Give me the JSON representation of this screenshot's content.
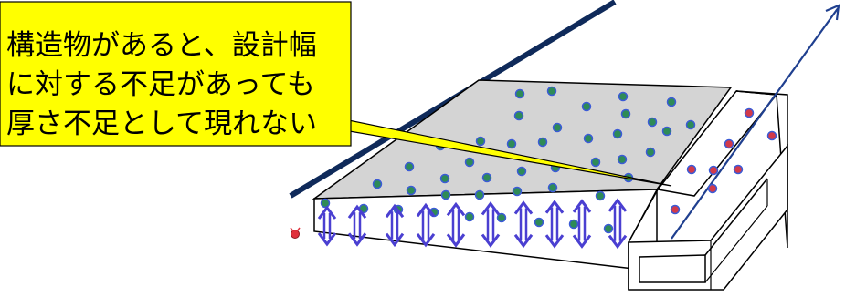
{
  "callout": {
    "lines": [
      "構造物があると、設計幅",
      "に対する不足があっても",
      "厚さ不足として現れない"
    ]
  },
  "colors": {
    "callout_fill": "#ffff00",
    "callout_stroke": "#000000",
    "slab_top": "#d4d4d4",
    "slab_side": "#ffffff",
    "line_stroke": "#000000",
    "arrow_navy": "#0f2a5a",
    "arrow_blue": "#1f3f8f",
    "thickness_arrow": "#4a3fd1",
    "dot_green": "#2e8b57",
    "dot_blue_edge": "#3b5bd6",
    "dot_red": "#d23a4a",
    "sensor_red": "#e0303b"
  },
  "icons": {
    "sensor": "sensor-icon",
    "thickness_arrow": "double-arrow-icon"
  }
}
